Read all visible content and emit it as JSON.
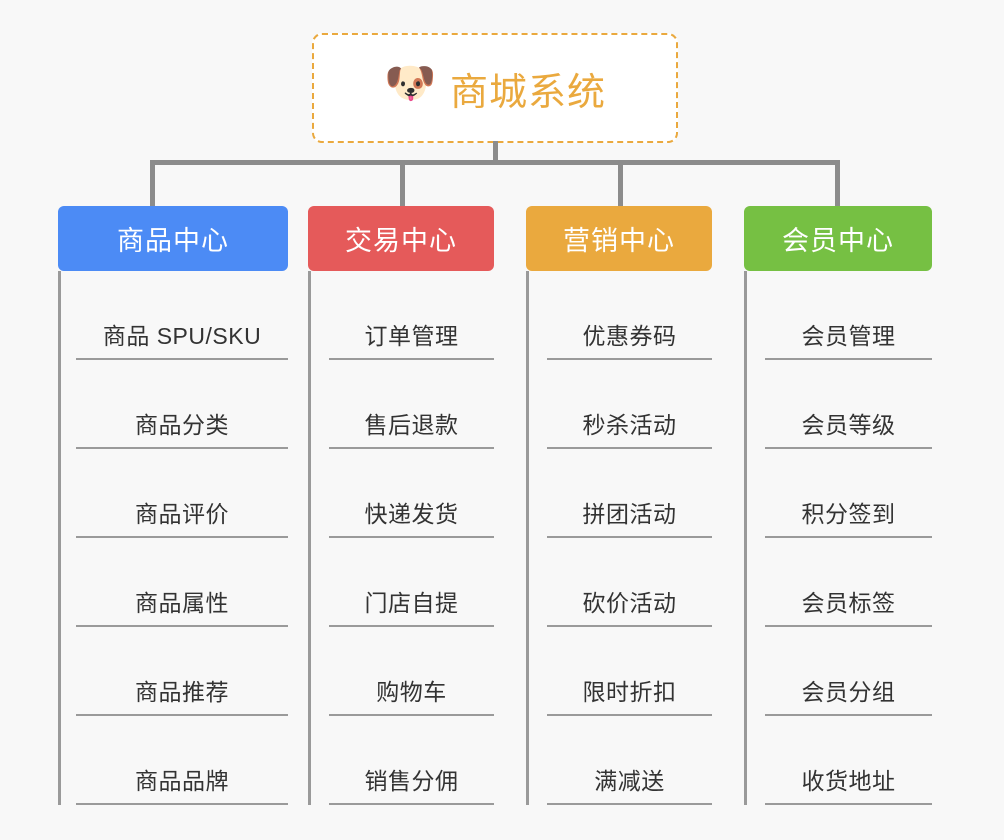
{
  "root": {
    "icon": "shiba-dog-emoji",
    "icon_glyph": "🐶",
    "title": "商城系统",
    "border_color": "#eaa93e",
    "text_color": "#eaa93e"
  },
  "background_color": "#f8f8f8",
  "connector_color": "#8c8c8c",
  "leaf_line_color": "#9a9a9a",
  "branches": [
    {
      "label": "商品中心",
      "color": "#4c8bf5",
      "leaves": [
        "商品 SPU/SKU",
        "商品分类",
        "商品评价",
        "商品属性",
        "商品推荐",
        "商品品牌"
      ]
    },
    {
      "label": "交易中心",
      "color": "#e55a5a",
      "leaves": [
        "订单管理",
        "售后退款",
        "快递发货",
        "门店自提",
        "购物车",
        "销售分佣"
      ]
    },
    {
      "label": "营销中心",
      "color": "#eaa93e",
      "leaves": [
        "优惠券码",
        "秒杀活动",
        "拼团活动",
        "砍价活动",
        "限时折扣",
        "满减送"
      ]
    },
    {
      "label": "会员中心",
      "color": "#76c043",
      "leaves": [
        "会员管理",
        "会员等级",
        "积分签到",
        "会员标签",
        "会员分组",
        "收货地址"
      ]
    }
  ]
}
